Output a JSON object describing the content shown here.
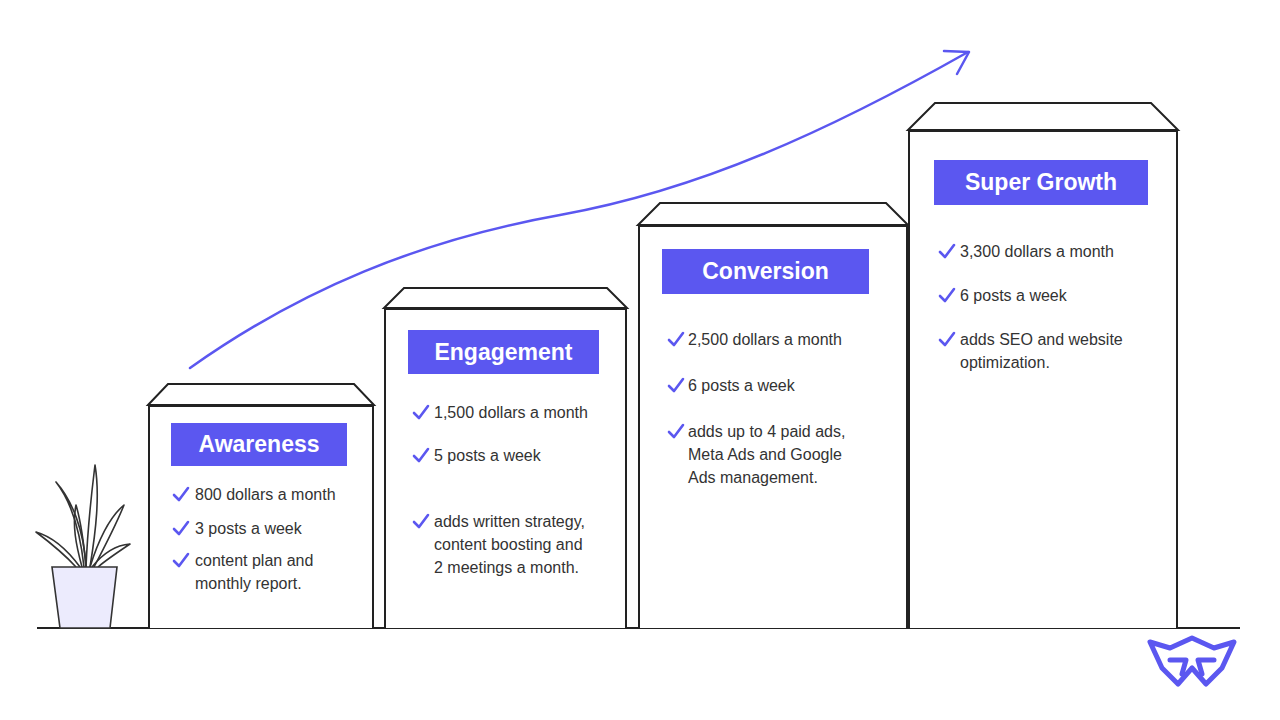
{
  "diagram": {
    "nodes": [
      {
        "text": [
          "Awareness",
          "800 dollars a month",
          "3 posts a week",
          "content plan and monthly report."
        ]
      },
      {
        "text": [
          "Engagement",
          "1,500 dollars a month",
          "5 posts a week",
          "adds written strategy, content boosting and 2 meetings a month."
        ]
      },
      {
        "text": [
          "Conversion",
          "2,500 dollars a month",
          "6 posts a week",
          "adds up to 4 paid ads, Meta Ads and Google Ads management."
        ]
      },
      {
        "text": [
          "Super Growth",
          "3,300 dollars a month",
          "6 posts a week",
          "adds SEO and website optimization."
        ]
      }
    ]
  }
}
